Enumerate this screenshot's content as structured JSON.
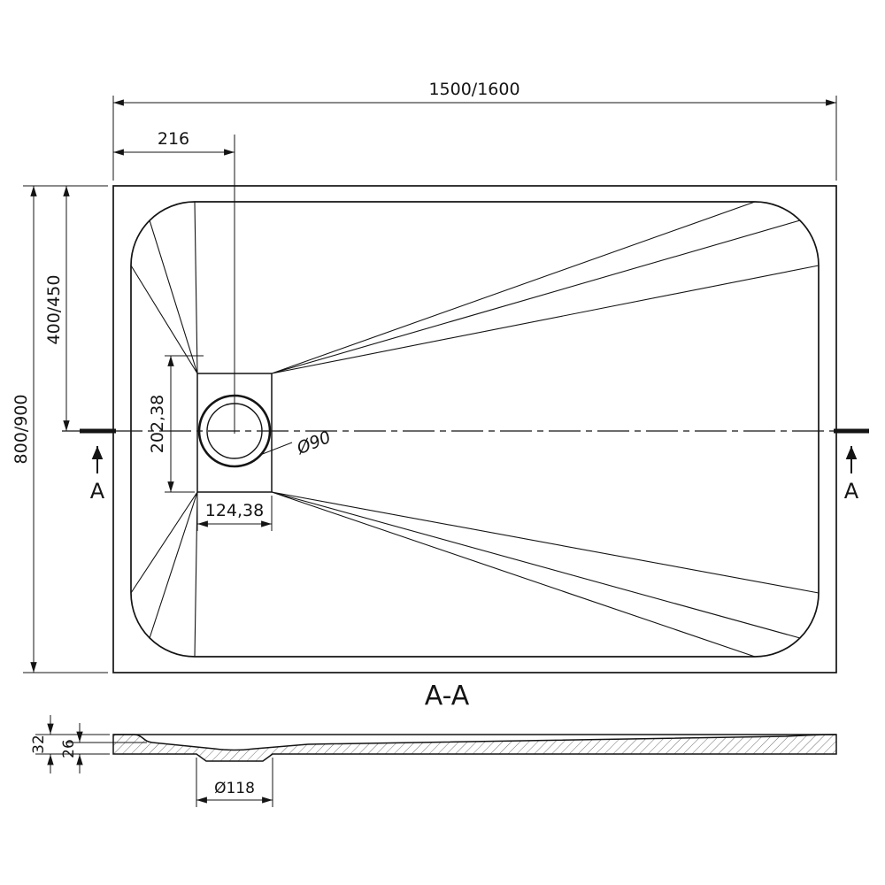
{
  "colors": {
    "ink": "#141414",
    "background": "#ffffff"
  },
  "top_view": {
    "dim_overall_width": "1500/1600",
    "dim_drain_offset_x": "216",
    "dim_overall_height": "800/900",
    "dim_center_offset_y": "400/450",
    "dim_drain_offset_y": "202,38",
    "dim_drain_cover_width": "124,38",
    "dim_drain_diameter": "Ø90",
    "section_marker_left": "A",
    "section_marker_right": "A"
  },
  "section_view": {
    "title": "A-A",
    "dim_edge_thickness": "32",
    "dim_floor_thickness": "26",
    "dim_drain_hole_diameter": "Ø118"
  }
}
